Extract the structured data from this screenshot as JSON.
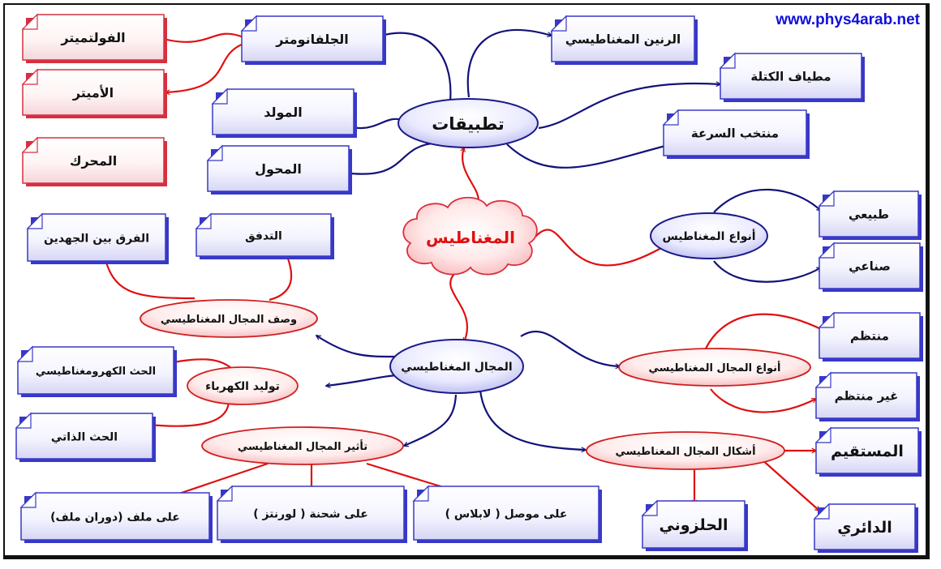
{
  "site_url": "www.phys4arab.net",
  "colors": {
    "blue": "#12127a",
    "red": "#e01010",
    "box_blue": "#3838c8",
    "box_red": "#d63040",
    "text": "#111111"
  },
  "nodes": {
    "magnetism": "المغناطيس",
    "applications": "تطبيقات",
    "magnet_types": "أنواع المغناطيس",
    "magnetic_field": "المجال المغناطيسي",
    "field_description": "وصف المجال المغناطيسي",
    "field_types": "أنواع المجال المغناطيسي",
    "electricity_generation": "توليد الكهرباء",
    "field_effect": "تأثير المجال المغناطيسي",
    "field_shapes": "أشكال المجال المغناطيسي"
  },
  "boxes": {
    "voltmeter": "الفولتميتر",
    "ammeter": "الأميتر",
    "motor": "المحرك",
    "galvanometer": "الجلفانومتر",
    "generator": "المولد",
    "transformer": "المحول",
    "magnetic_resonance": "الرنين المغناطيسي",
    "mass_spectrometer": "مطياف الكتلة",
    "velocity_selector": "منتخب السرعة",
    "natural": "طبيعي",
    "artificial": "صناعي",
    "potential_difference": "الفرق بين الجهدين",
    "flux": "التدفق",
    "electromagnetic_induction": "الحث الكهرومغناطيسي",
    "self_induction": "الحث الذاتي",
    "uniform": "منتظم",
    "non_uniform": "غير منتظم",
    "straight": "المستقيم",
    "circular": "الدائري",
    "helical": "الحلزوني",
    "on_coil": "على ملف (دوران ملف)",
    "on_charge": "على شحنة ( لورنتز )",
    "on_conductor": "على موصل ( لابلاس )"
  }
}
